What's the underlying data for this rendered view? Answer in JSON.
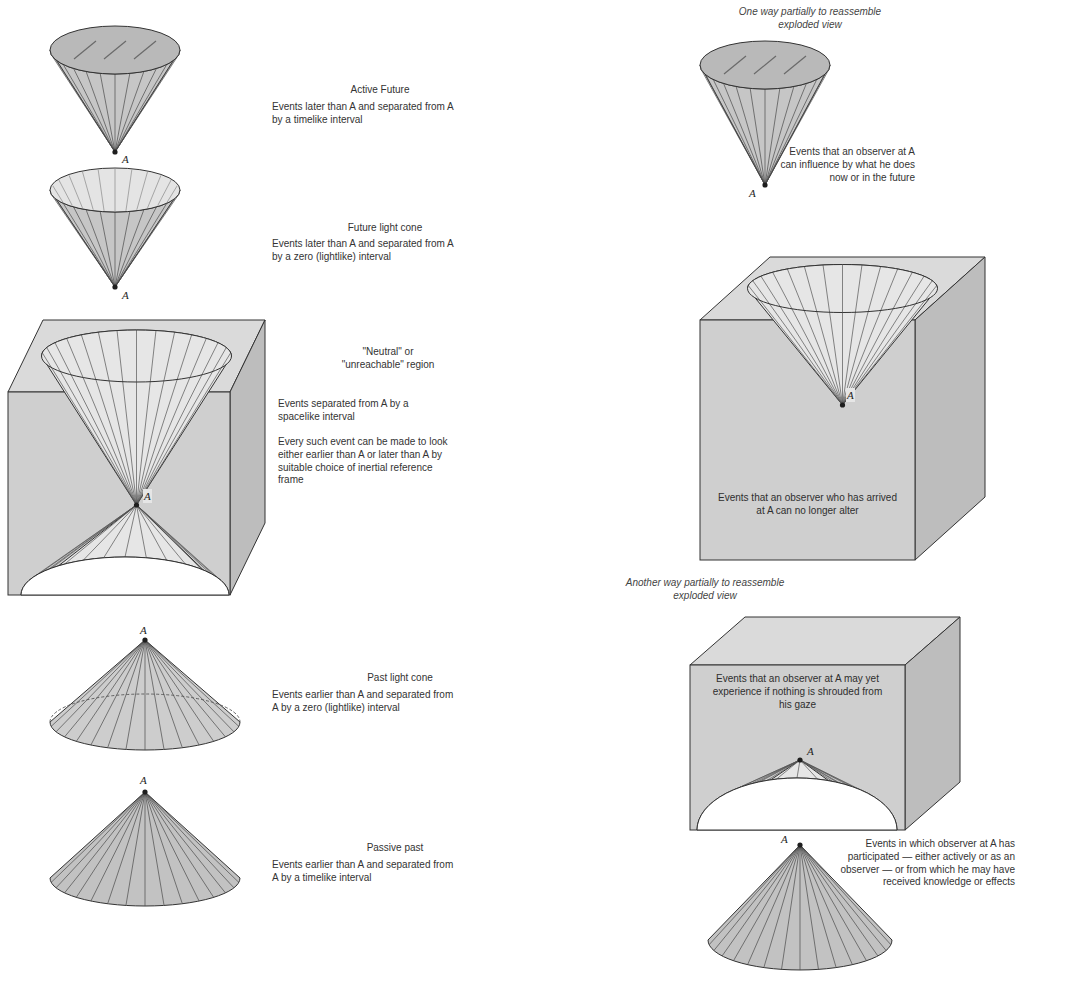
{
  "diagram": {
    "nodes": [
      {
        "text": [
          "Events that an observer who has arrived at A can no longer alter"
        ]
      },
      {
        "text": [
          "Events that an observer at A may yet experience if nothing is shrouded from his gaze"
        ]
      }
    ],
    "labels": [
      "Active Future",
      "Events later than A and separated from A by a timelike interval",
      "A",
      "Future light cone",
      "Events later than A and separated from A by a zero (lightlike) interval",
      "A",
      "\"Neutral\" or \"unreachable\" region",
      "Events separated from A by a spacelike interval",
      "Every such event can be made to look either earlier than A or later than A by suitable choice of inertial reference frame",
      "A",
      "Past light cone",
      "Events earlier than A and separated from A by a zero (lightlike) interval",
      "A",
      "Passive past",
      "Events earlier than A and separated from A by a timelike interval",
      "A",
      "One way partially to reassemble exploded view",
      "Events that an observer at A can influence by what he does now or in the future",
      "A",
      "A",
      "Another way partially to reassemble exploded view",
      "A",
      "A",
      "Events in which observer at A has participated — either actively or as an observer — or from which he may have received knowledge or effects"
    ]
  }
}
